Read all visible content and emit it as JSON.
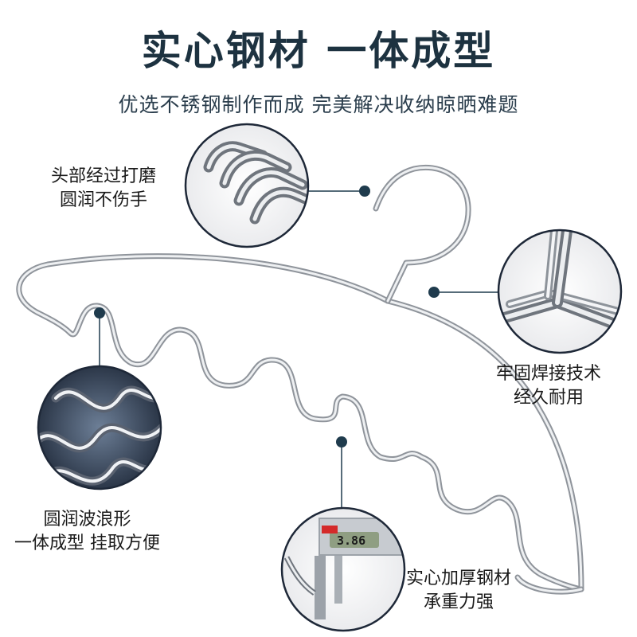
{
  "header": {
    "title": "实心钢材 一体成型",
    "subtitle": "优选不锈钢制作而成 完美解决收纳晾晒难题"
  },
  "callouts": {
    "polished_head": {
      "line1": "头部经过打磨",
      "line2": "圆润不伤手"
    },
    "welding": {
      "line1": "牢固焊接技术",
      "line2": "经久耐用"
    },
    "wave": {
      "line1": "圆润波浪形",
      "line2": "一体成型 挂取方便"
    },
    "solid_steel": {
      "line1": "实心加厚钢材",
      "line2": "承重力强"
    }
  },
  "caliper": {
    "reading": "3.86"
  },
  "colors": {
    "title": "#1d3240",
    "dot": "#1f3b4d",
    "steel": "#b8bcc2"
  }
}
